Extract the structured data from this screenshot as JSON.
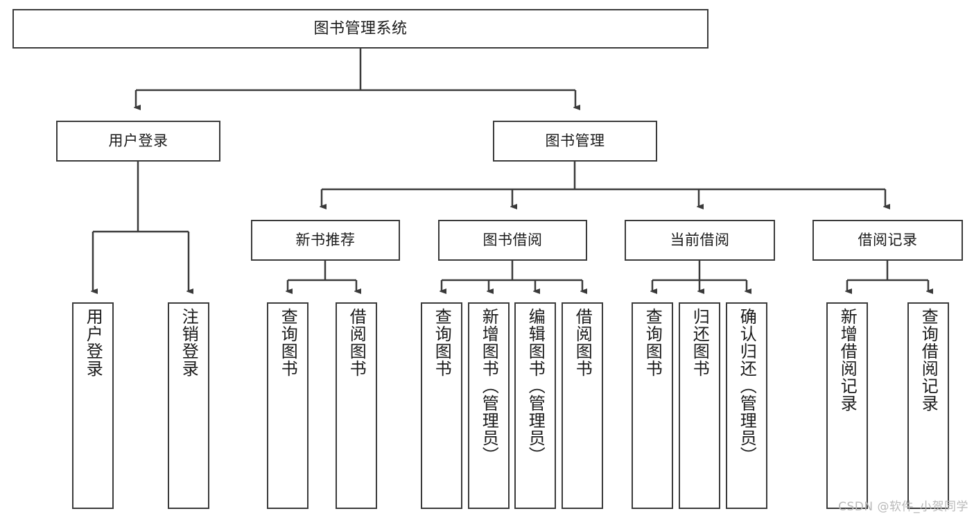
{
  "diagram": {
    "title": "图书管理系统",
    "type": "hierarchy-tree",
    "stroke_color": "#3a3a3a",
    "fill_color": "#ffffff",
    "text_color": "#1a1a1a"
  },
  "nodes": {
    "root": {
      "label": "图书管理系统",
      "level": 0
    },
    "level1": [
      {
        "id": "user-login",
        "label": "用户登录",
        "level": 1
      },
      {
        "id": "book-management",
        "label": "图书管理",
        "level": 1
      }
    ],
    "level2": [
      {
        "id": "new-book-recommend",
        "label": "新书推荐",
        "level": 2,
        "parent": "book-management"
      },
      {
        "id": "book-borrow",
        "label": "图书借阅",
        "level": 2,
        "parent": "book-management"
      },
      {
        "id": "current-borrow",
        "label": "当前借阅",
        "level": 2,
        "parent": "book-management"
      },
      {
        "id": "borrow-record",
        "label": "借阅记录",
        "level": 2,
        "parent": "book-management"
      }
    ],
    "leaves": [
      {
        "id": "leaf-user-login",
        "label": "用户登录",
        "parent": "user-login"
      },
      {
        "id": "leaf-logout-login",
        "label": "注销登录",
        "parent": "user-login"
      },
      {
        "id": "leaf-query-book-1",
        "label": "查询图书",
        "parent": "new-book-recommend"
      },
      {
        "id": "leaf-borrow-book-1",
        "label": "借阅图书",
        "parent": "new-book-recommend"
      },
      {
        "id": "leaf-query-book-2",
        "label": "查询图书",
        "parent": "book-borrow"
      },
      {
        "id": "leaf-add-book",
        "label": "新增图书（管理员）",
        "parent": "book-borrow"
      },
      {
        "id": "leaf-edit-book",
        "label": "编辑图书（管理员）",
        "parent": "book-borrow"
      },
      {
        "id": "leaf-borrow-book-2",
        "label": "借阅图书",
        "parent": "book-borrow"
      },
      {
        "id": "leaf-query-book-3",
        "label": "查询图书",
        "parent": "current-borrow"
      },
      {
        "id": "leaf-return-book",
        "label": "归还图书",
        "parent": "current-borrow"
      },
      {
        "id": "leaf-confirm-return",
        "label": "确认归还（管理员）",
        "parent": "current-borrow"
      },
      {
        "id": "leaf-add-record",
        "label": "新增借阅记录",
        "parent": "borrow-record"
      },
      {
        "id": "leaf-query-record",
        "label": "查询借阅记录",
        "parent": "borrow-record"
      }
    ]
  },
  "watermark": {
    "text": "CSDN @软件_小贺同学"
  }
}
